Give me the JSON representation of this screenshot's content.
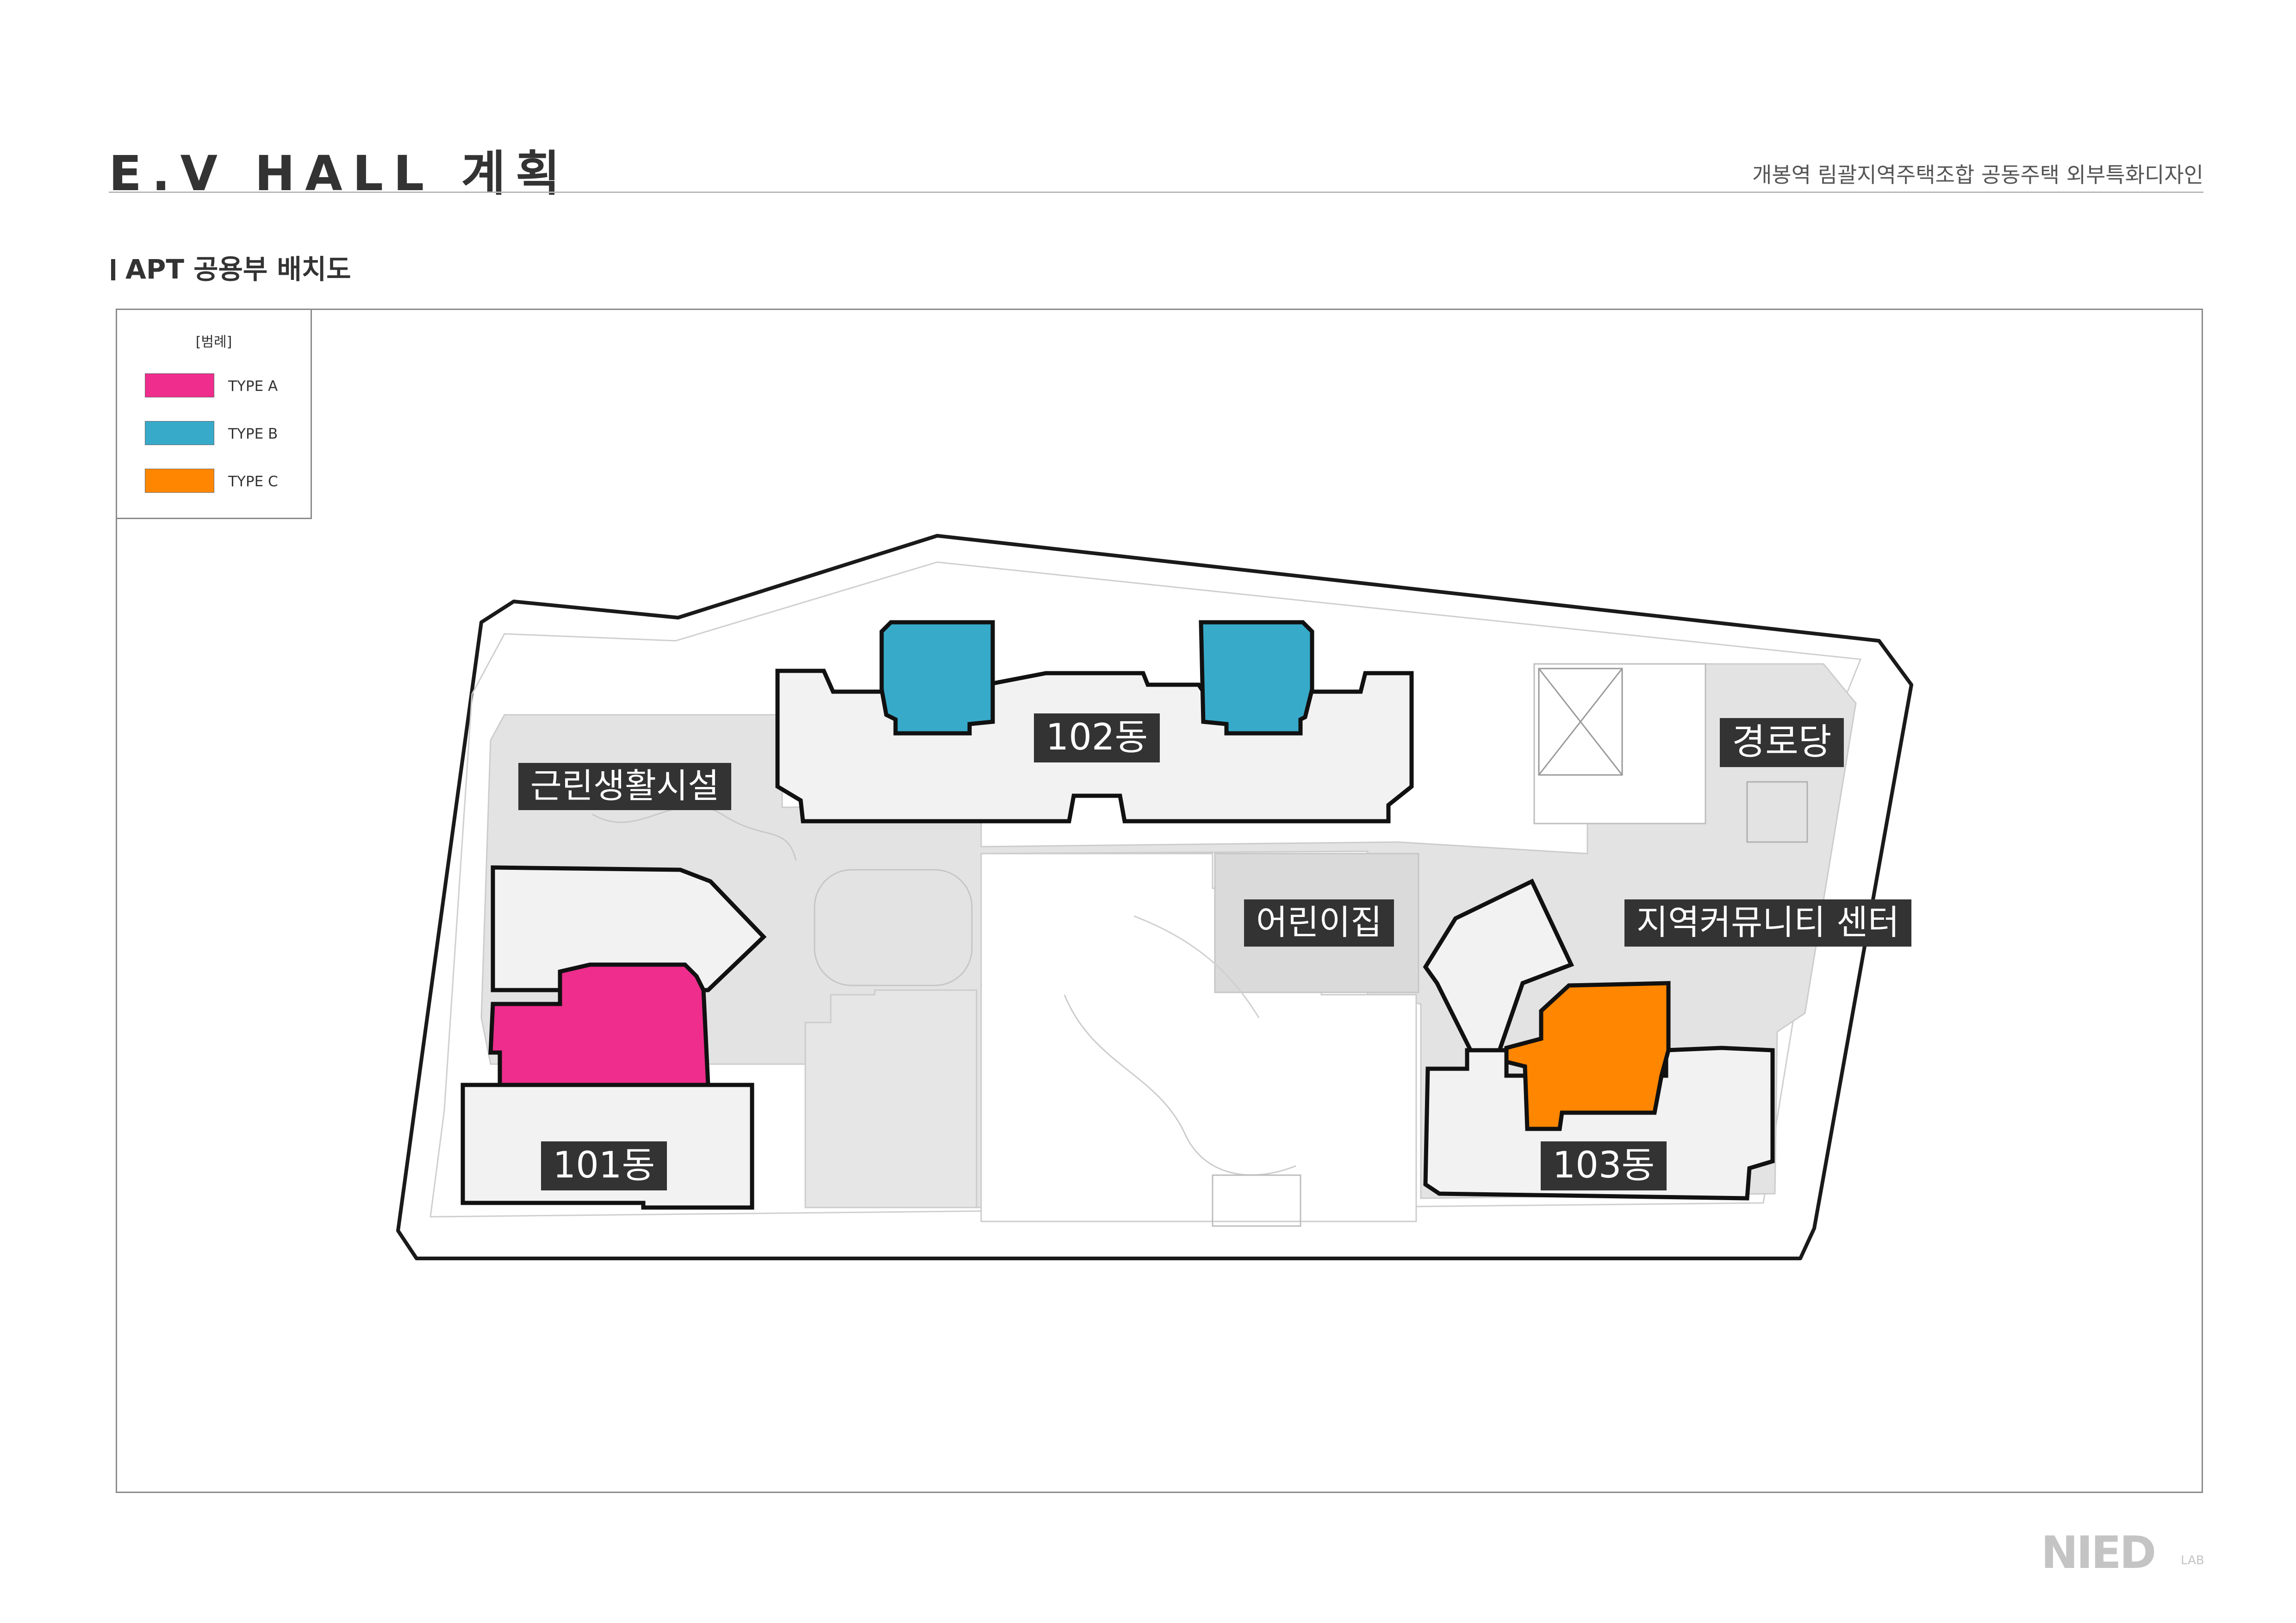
{
  "header": {
    "title": "E.V HALL 계획",
    "subtitle": "개봉역 림괄지역주택조합 공동주택 외부특화디자인"
  },
  "section": {
    "heading": "APT 공용부 배치도"
  },
  "legend": {
    "title": "[범례]",
    "items": [
      {
        "label": "TYPE A",
        "color": "#ee2d8c"
      },
      {
        "label": "TYPE B",
        "color": "#38aac9"
      },
      {
        "label": "TYPE C",
        "color": "#ff8600"
      }
    ]
  },
  "labels": {
    "b101": "101동",
    "b102": "102동",
    "b103": "103동",
    "commercial": "근린생활시설",
    "seniors": "경로당",
    "daycare": "어린이집",
    "community": "지역커뮤니티 센터"
  },
  "colors": {
    "typeA": "#ee2d8c",
    "typeB": "#38aac9",
    "typeC": "#ff8600",
    "building": "#f2f2f2",
    "zone": "#e3e3e3",
    "label_bg": "#333333"
  },
  "logo": {
    "main": "NIED",
    "sub": "LAB"
  }
}
